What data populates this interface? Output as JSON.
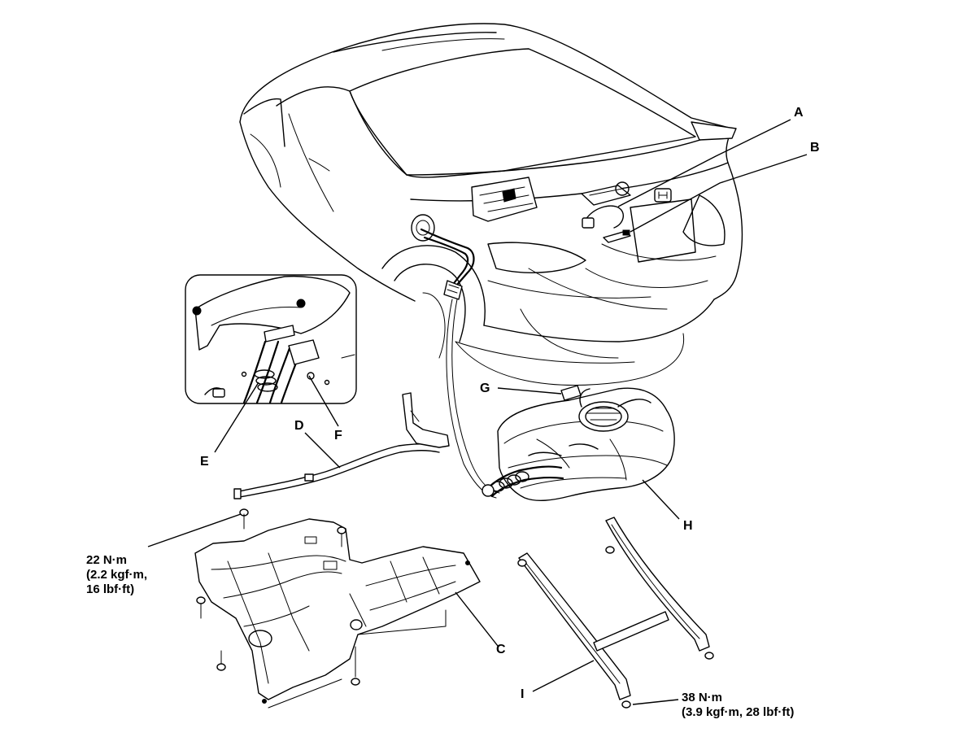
{
  "callouts": {
    "A": "A",
    "B": "B",
    "C": "C",
    "D": "D",
    "E": "E",
    "F": "F",
    "G": "G",
    "H": "H",
    "I": "I"
  },
  "torque_specs": {
    "left": {
      "line1": "22 N·m",
      "line2": "(2.2 kgf·m,",
      "line3": "16 lbf·ft)"
    },
    "right": {
      "line1": "38 N·m",
      "line2": "(3.9 kgf·m, 28 lbf·ft)"
    }
  }
}
